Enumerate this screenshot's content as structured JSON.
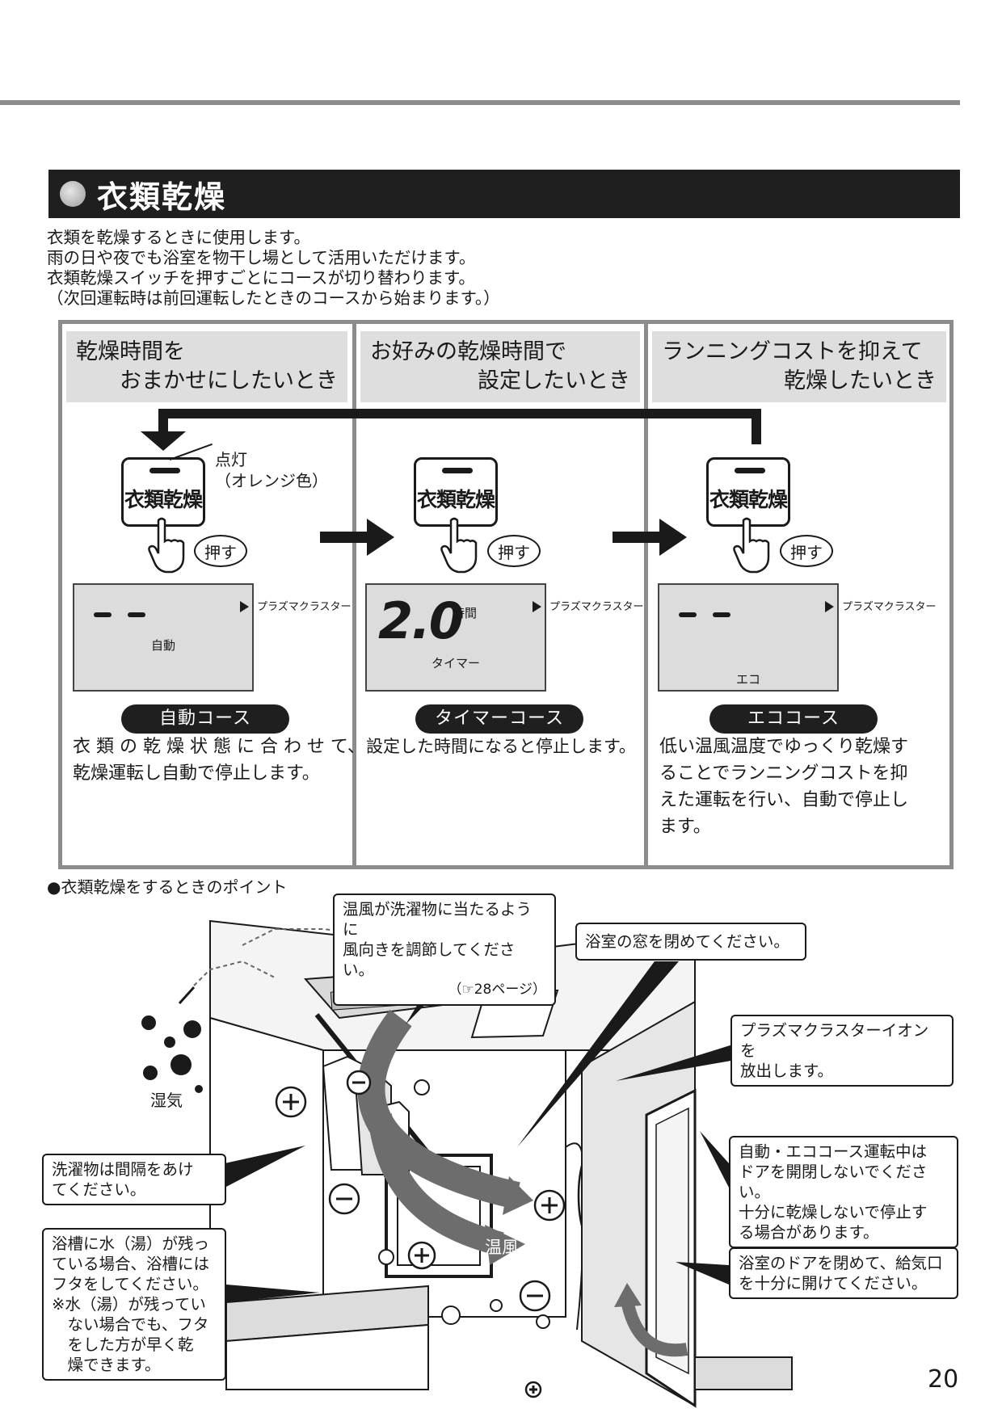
{
  "section": {
    "title": "衣類乾燥"
  },
  "intro": [
    "衣類を乾燥するときに使用します。",
    "雨の日や夜でも浴室を物干し場として活用いただけます。",
    "衣類乾燥スイッチを押すごとにコースが切り替わります。",
    "（次回運転時は前回運転したときのコースから始まります。）"
  ],
  "columns": [
    {
      "head_l1": "乾燥時間を",
      "head_l2": "おまかせにしたいとき",
      "switch_label": "衣類乾燥",
      "push_label": "押す",
      "lcd_mode": "自動",
      "plasma_label": "プラズマクラスター",
      "course_name": "自動コース",
      "desc_lines": [
        "衣 類 の 乾 燥 状 態 に 合 わ せ て、",
        "乾燥運転し自動で停止します。"
      ]
    },
    {
      "head_l1": "お好みの乾燥時間で",
      "head_l2": "設定したいとき",
      "switch_label": "衣類乾燥",
      "push_label": "押す",
      "lcd_value": "2.0",
      "lcd_unit": "時間",
      "lcd_mode": "タイマー",
      "plasma_label": "プラズマクラスター",
      "course_name": "タイマーコース",
      "desc_lines": [
        "設定した時間になると停止します。"
      ]
    },
    {
      "head_l1": "ランニングコストを抑えて",
      "head_l2": "乾燥したいとき",
      "switch_label": "衣類乾燥",
      "push_label": "押す",
      "lcd_mode": "エコ",
      "plasma_label": "プラズマクラスター",
      "course_name": "エココース",
      "desc_lines": [
        "低い温風温度でゆっくり乾燥す",
        "ることでランニングコストを抑",
        "えた運転を行い、自動で停止し",
        "ます。"
      ]
    }
  ],
  "lit_note": {
    "line1": "点灯",
    "line2": "（オレンジ色）"
  },
  "points": {
    "title": "●衣類乾燥をするときのポイント",
    "humidity_label": "湿気",
    "warm_air_label": "温風",
    "callouts": {
      "air_direction": {
        "lines": [
          "温風が洗濯物に当たるように",
          "風向きを調節してください。"
        ],
        "ref": "（☞28ページ）"
      },
      "window": {
        "lines": [
          "浴室の窓を閉めてください。"
        ]
      },
      "plasma_ion": {
        "lines": [
          "プラズマクラスターイオンを",
          "放出します。"
        ]
      },
      "spacing": {
        "lines": [
          "洗濯物は間隔をあけ",
          "てください。"
        ]
      },
      "door_open": {
        "lines": [
          "自動・エココース運転中は",
          "ドアを開閉しないでください。",
          "十分に乾燥しないで停止す",
          "る場合があります。"
        ]
      },
      "bathtub": {
        "lines": [
          "浴槽に水（湯）が残っ",
          "ている場合、浴槽には",
          "フタをしてください。",
          "※水（湯）が残ってい",
          "　ない場合でも、フタ",
          "　をした方が早く乾",
          "　燥できます。"
        ]
      },
      "door_close": {
        "lines": [
          "浴室のドアを閉めて、給気口",
          "を十分に開けてください。"
        ]
      }
    }
  },
  "page_number": "20"
}
